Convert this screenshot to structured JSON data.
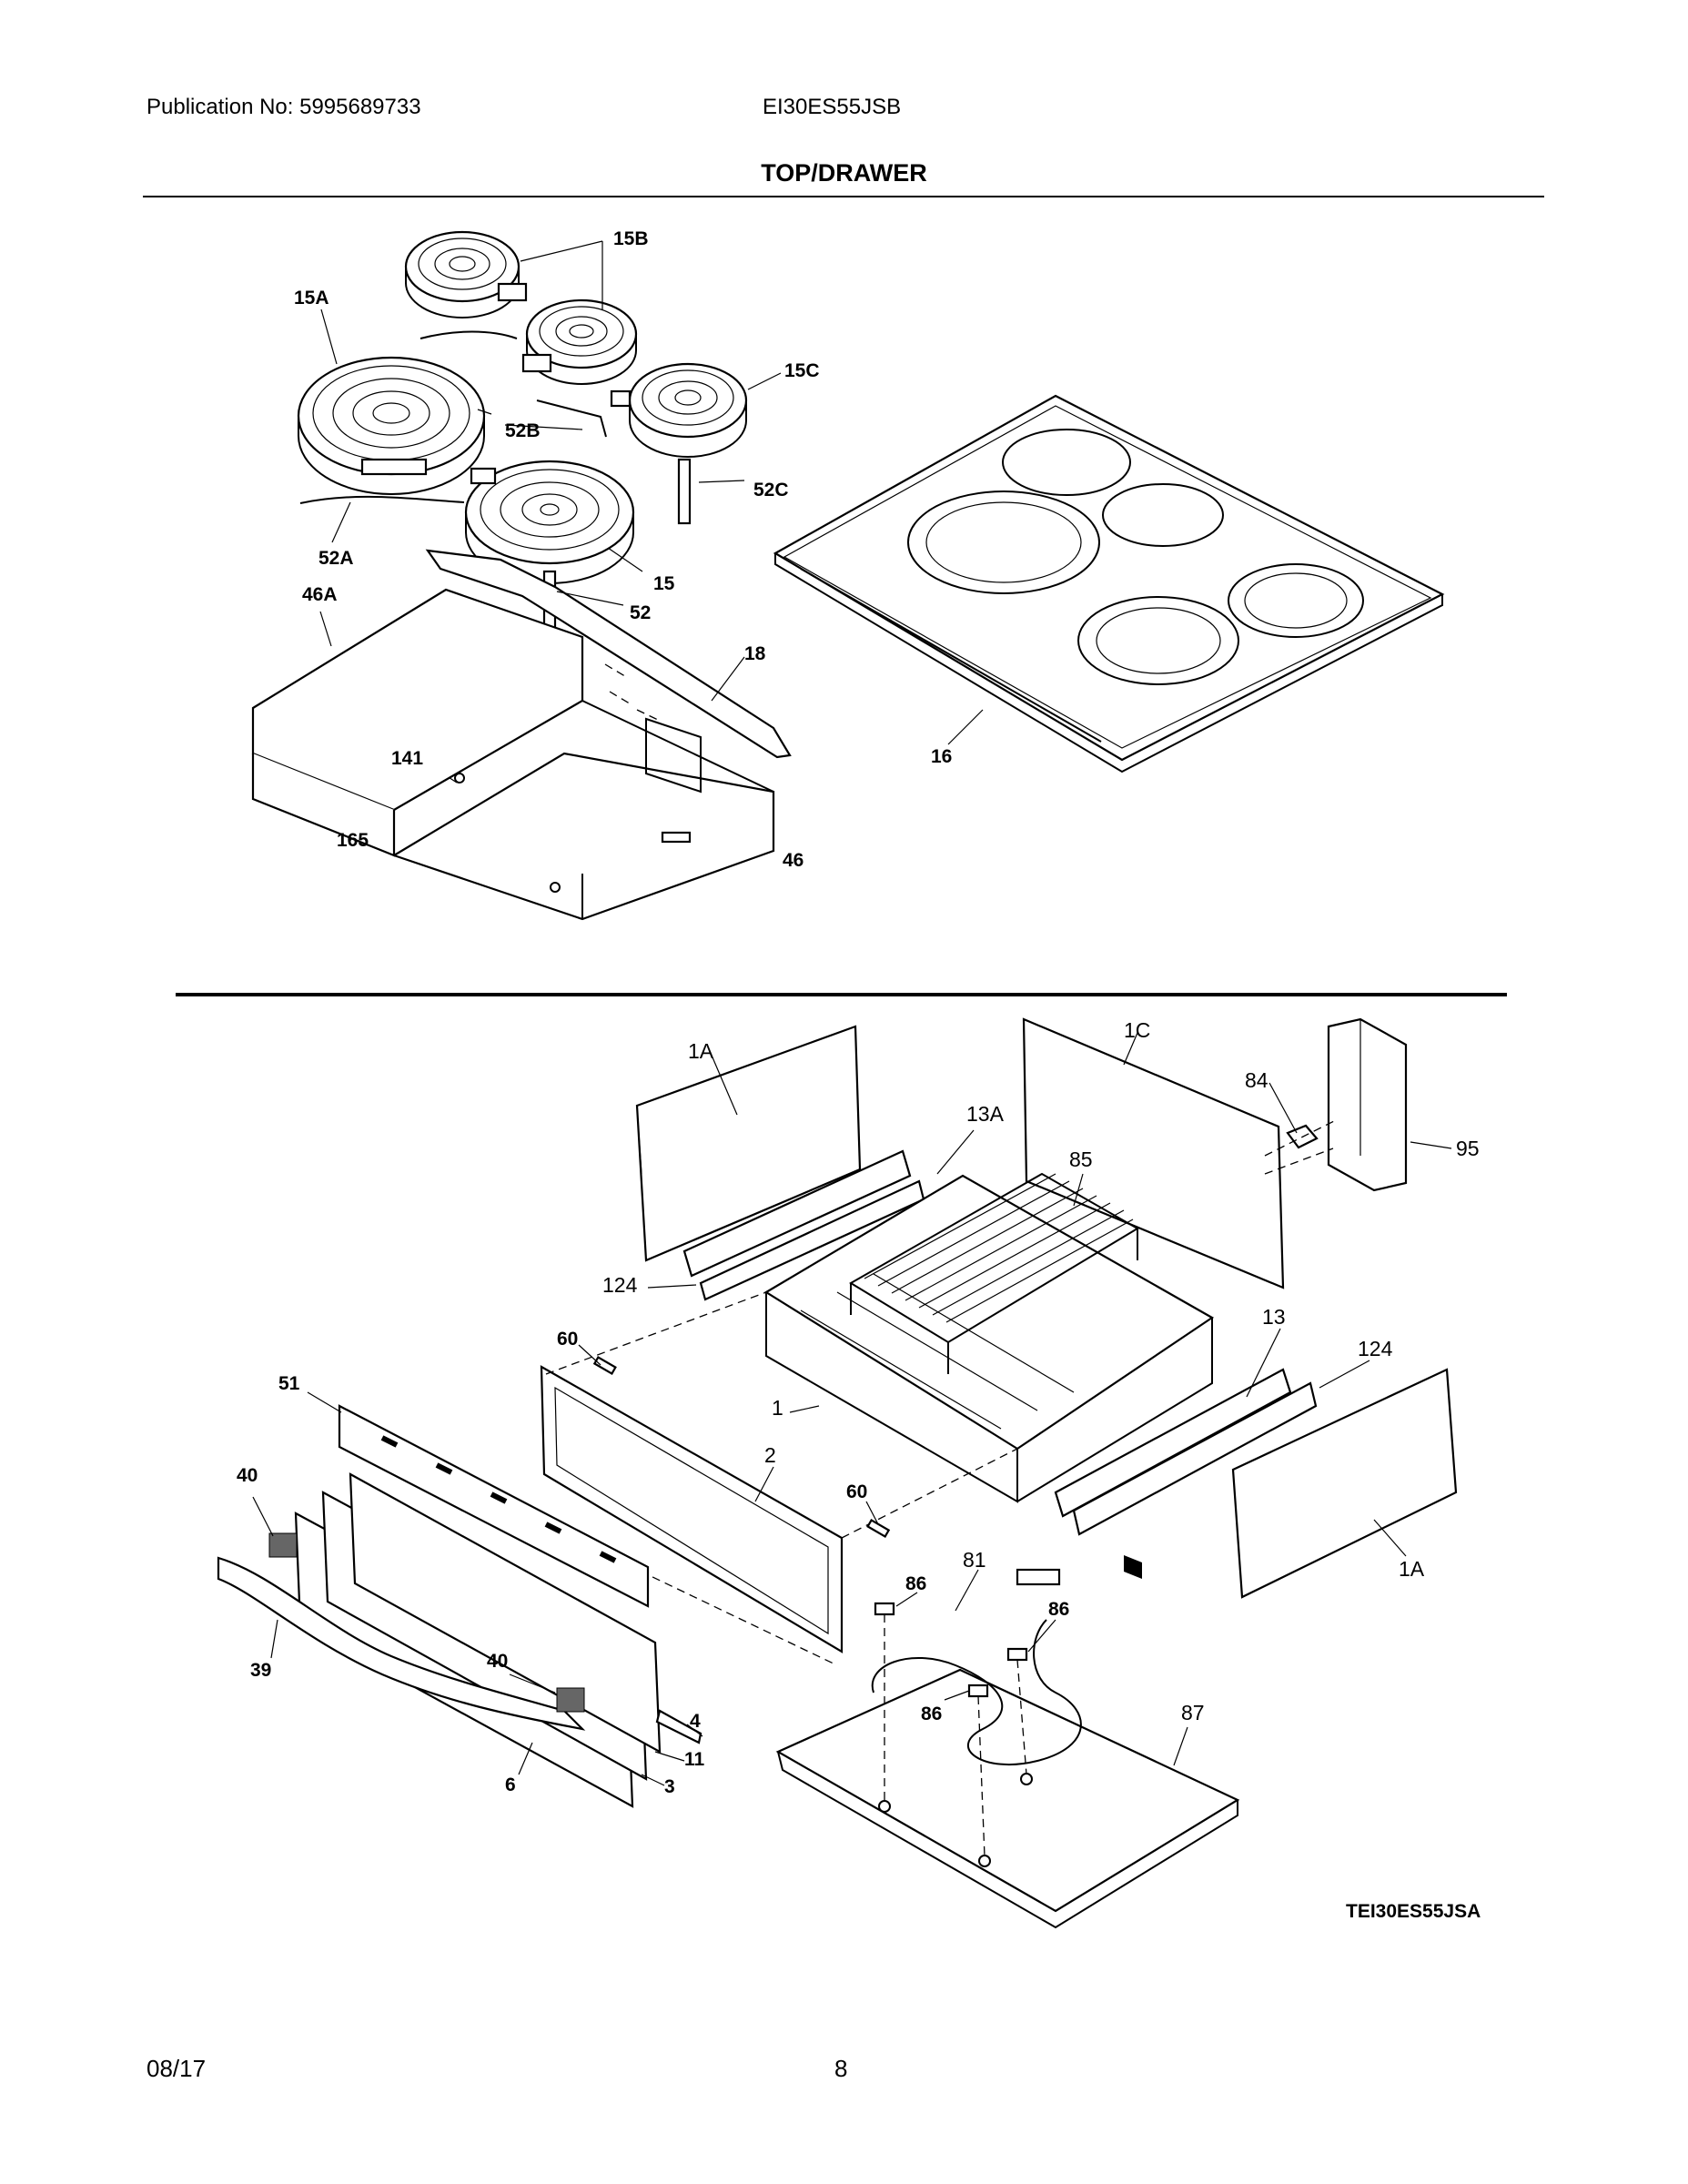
{
  "header": {
    "publication": "Publication No: 5995689733",
    "model": "EI30ES55JSB",
    "title": "TOP/DRAWER"
  },
  "diagram_code": "TEI30ES55JSA",
  "footer": {
    "date": "08/17",
    "page": "8"
  },
  "callouts_top": [
    "15B",
    "15A",
    "15C",
    "52B",
    "52C",
    "52A",
    "15",
    "46A",
    "52",
    "18",
    "141",
    "16",
    "165",
    "46"
  ],
  "callouts_bottom": [
    "1A",
    "1C",
    "84",
    "13A",
    "95",
    "85",
    "124",
    "13",
    "60",
    "124",
    "51",
    "1",
    "40",
    "2",
    "60",
    "81",
    "1A",
    "86",
    "86",
    "39",
    "40",
    "4",
    "86",
    "87",
    "11",
    "6",
    "3"
  ]
}
